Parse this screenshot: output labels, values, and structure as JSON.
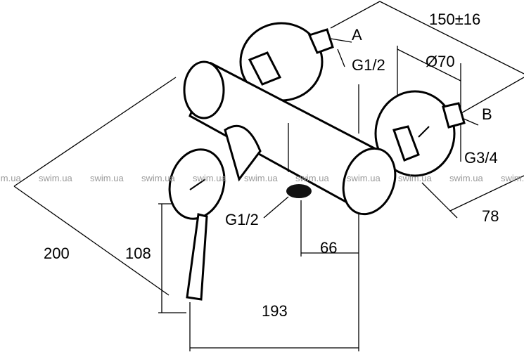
{
  "drawing": {
    "labels": {
      "width_range": "150±16",
      "inlet_a": "A",
      "thread_a": "G1/2",
      "diameter": "Ø70",
      "inlet_b": "B",
      "thread_b": "G3/4",
      "depth": "78",
      "outlet_thread": "G1/2",
      "outlet_offset": "66",
      "length": "200",
      "handle_height": "108",
      "overall_width": "193"
    },
    "watermark": "swim.ua",
    "watermark_count": 11
  }
}
